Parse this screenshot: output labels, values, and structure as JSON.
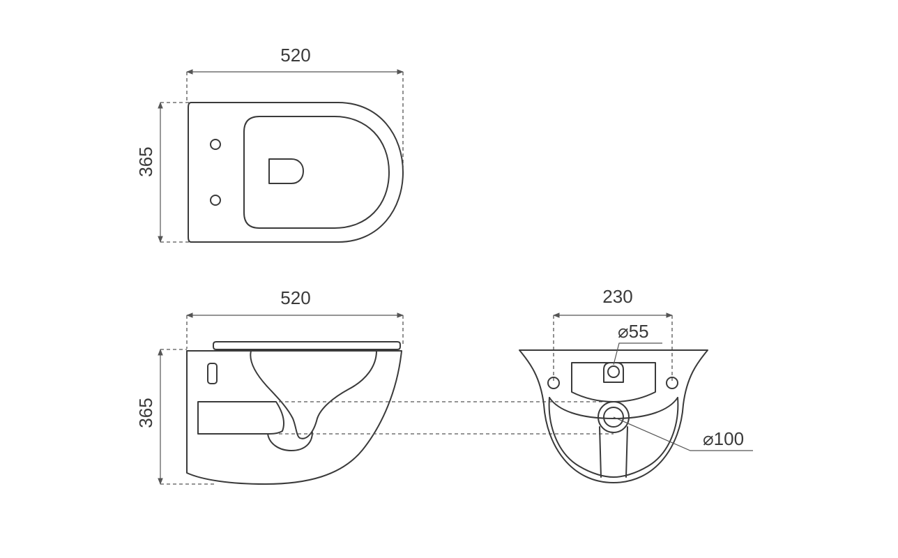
{
  "top_view": {
    "width_label": "520",
    "depth_label": "365"
  },
  "side_view": {
    "width_label": "520",
    "height_label": "365"
  },
  "rear_view": {
    "spacing_label": "230",
    "inlet_label": "⌀55",
    "outlet_label": "⌀100"
  },
  "colors": {
    "line": "#3a3a3a",
    "background": "#ffffff"
  }
}
